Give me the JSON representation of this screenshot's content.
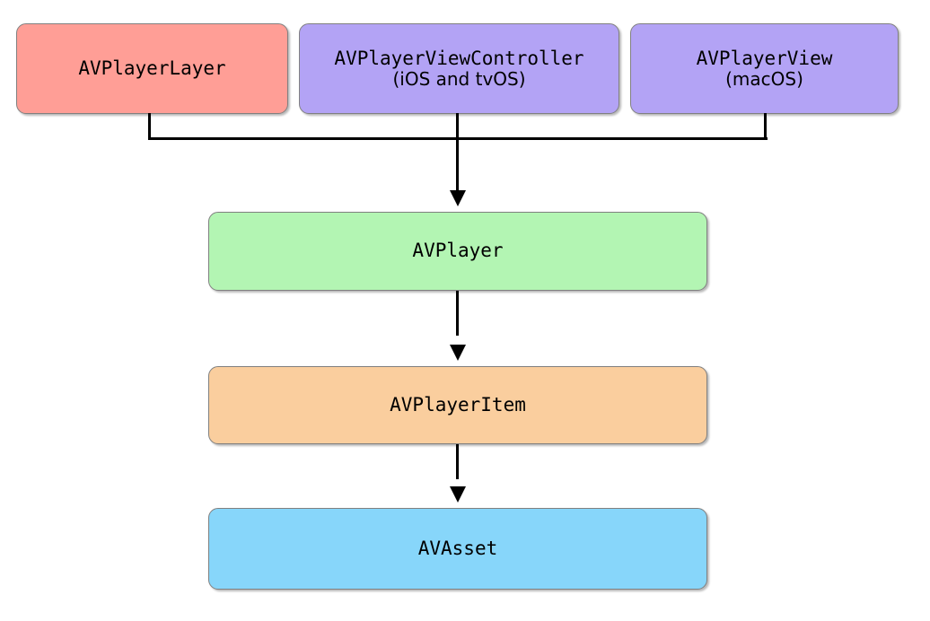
{
  "diagram": {
    "type": "flowchart",
    "orientation": "top-down",
    "background_color": "#ffffff",
    "edge_color": "#000000",
    "border_color": "#808080",
    "nodes": [
      {
        "id": "avplayerlayer",
        "title": "AVPlayerLayer",
        "subtitle": "",
        "color": "#ff9e96",
        "row": "top"
      },
      {
        "id": "avplayerviewcontroller",
        "title": "AVPlayerViewController",
        "subtitle": "(iOS and tvOS)",
        "color": "#b3a3f5",
        "row": "top"
      },
      {
        "id": "avplayerview",
        "title": "AVPlayerView",
        "subtitle": "(macOS)",
        "color": "#b3a3f5",
        "row": "top"
      },
      {
        "id": "avplayer",
        "title": "AVPlayer",
        "subtitle": "",
        "color": "#b3f5b3",
        "row": "2"
      },
      {
        "id": "avplayeritem",
        "title": "AVPlayerItem",
        "subtitle": "",
        "color": "#face9e",
        "row": "3"
      },
      {
        "id": "avasset",
        "title": "AVAsset",
        "subtitle": "",
        "color": "#87d6fa",
        "row": "4"
      }
    ],
    "edges": [
      {
        "from": "avplayerlayer",
        "to": "avplayer",
        "style": "orthogonal-bus"
      },
      {
        "from": "avplayerviewcontroller",
        "to": "avplayer",
        "style": "orthogonal-bus"
      },
      {
        "from": "avplayerview",
        "to": "avplayer",
        "style": "orthogonal-bus"
      },
      {
        "from": "avplayer",
        "to": "avplayeritem",
        "style": "straight-arrow"
      },
      {
        "from": "avplayeritem",
        "to": "avasset",
        "style": "straight-arrow"
      }
    ]
  }
}
